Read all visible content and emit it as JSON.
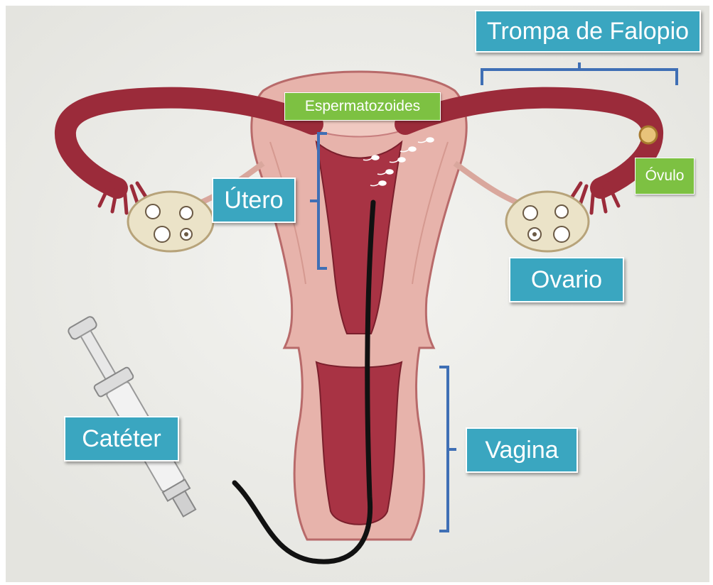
{
  "labels": {
    "fallopian_tube": "Trompa de Falopio",
    "sperm": "Espermatozoides",
    "uterus": "Útero",
    "ovum": "Óvulo",
    "ovary": "Ovario",
    "catheter": "Catéter",
    "vagina": "Vagina"
  },
  "colors": {
    "label_blue": "#3aa6c0",
    "label_green": "#7dc142",
    "bracket": "#3f6fb5",
    "tissue_dark": "#9b2b3a",
    "tissue_light": "#e7b3ab",
    "background": "#eeeeea"
  }
}
